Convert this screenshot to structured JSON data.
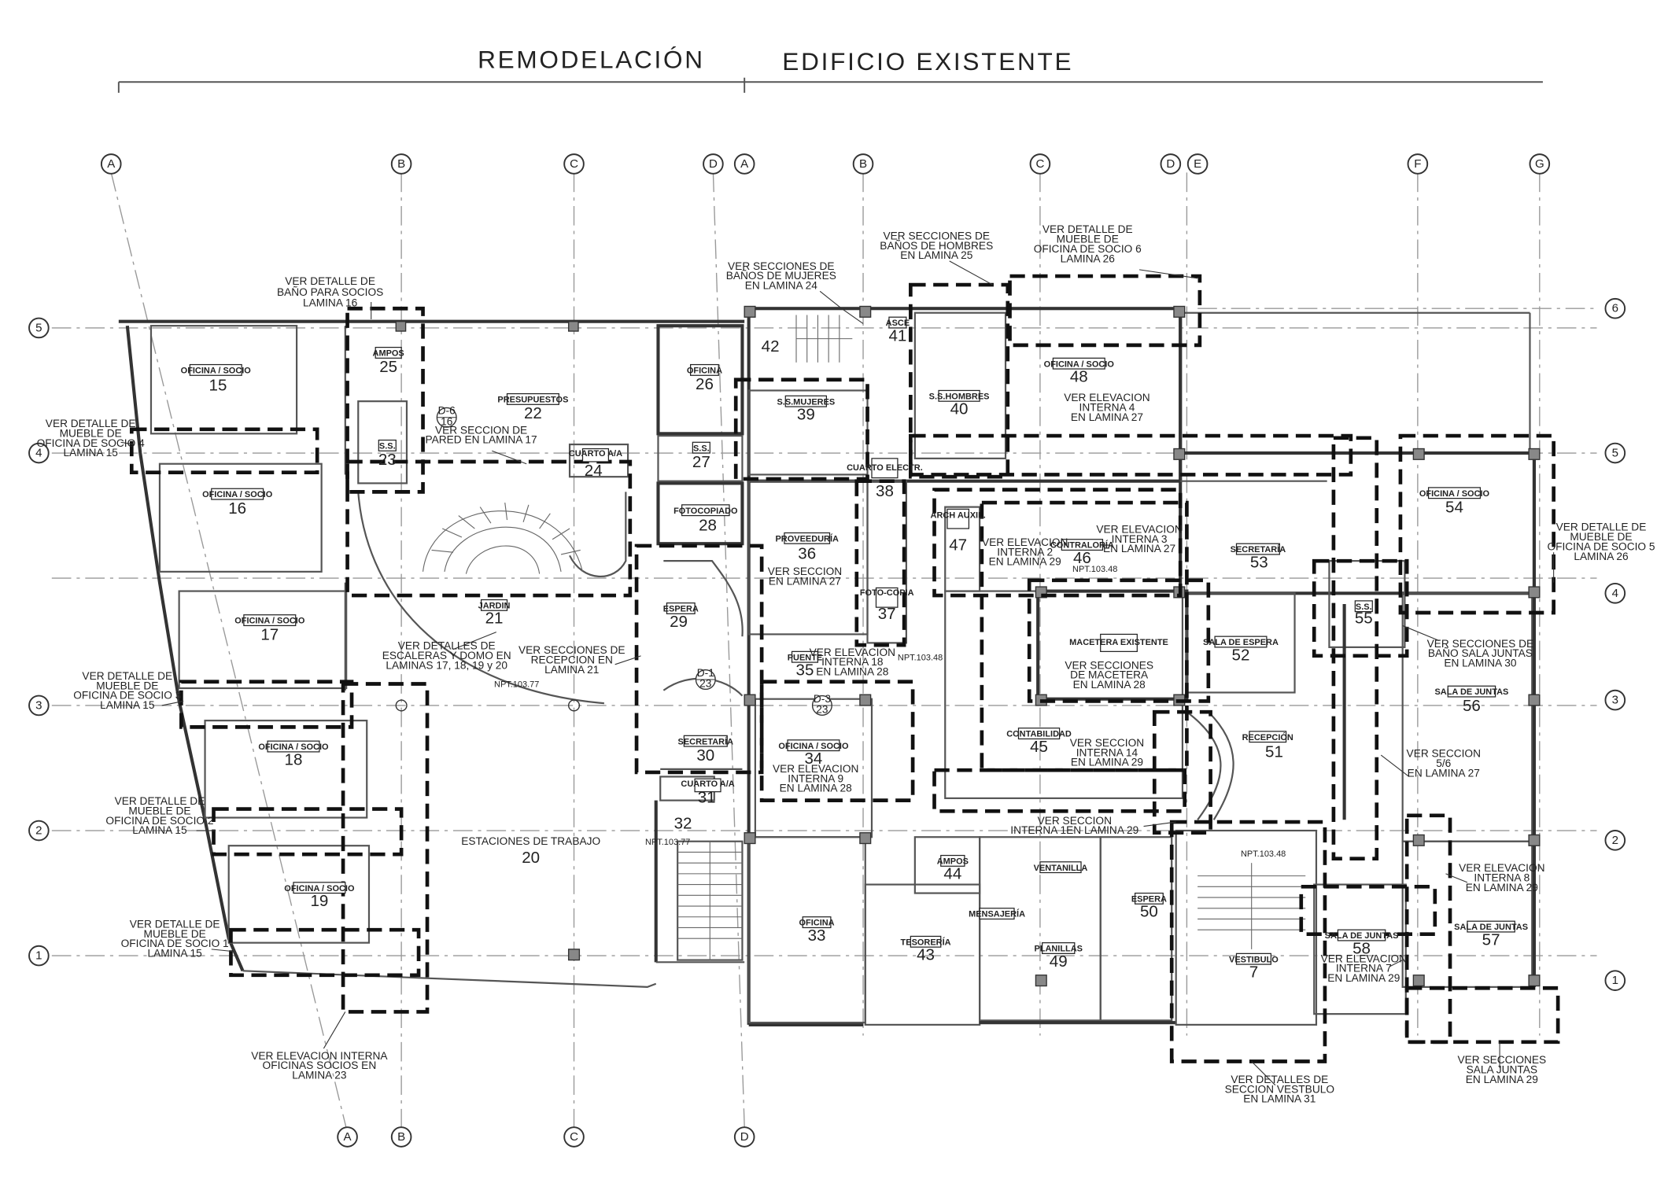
{
  "headers": {
    "left": "REMODELACIÓN",
    "right": "EDIFICIO EXISTENTE"
  },
  "grid": {
    "left_top": [
      "A",
      "B",
      "C",
      "D"
    ],
    "right_top": [
      "A",
      "B",
      "C",
      "D",
      "E",
      "F",
      "G"
    ],
    "bottom": [
      "A",
      "B",
      "C",
      "D"
    ],
    "left_rows": [
      "5",
      "4",
      "3",
      "2",
      "1"
    ],
    "right_rows": [
      "6",
      "5",
      "4",
      "3",
      "2",
      "1"
    ]
  },
  "rooms": [
    {
      "id": "15",
      "name": "OFICINA / SOCIO"
    },
    {
      "id": "16",
      "name": "OFICINA / SOCIO"
    },
    {
      "id": "17",
      "name": "OFICINA / SOCIO"
    },
    {
      "id": "18",
      "name": "OFICINA / SOCIO"
    },
    {
      "id": "19",
      "name": "OFICINA / SOCIO"
    },
    {
      "id": "20",
      "name": ""
    },
    {
      "id": "21",
      "name": "JARDIN"
    },
    {
      "id": "22",
      "name": "PRESUPUESTOS"
    },
    {
      "id": "23",
      "name": "S.S."
    },
    {
      "id": "24",
      "name": "CUARTO A/A"
    },
    {
      "id": "25",
      "name": "AMPOS"
    },
    {
      "id": "26",
      "name": "OFICINA"
    },
    {
      "id": "27",
      "name": "S.S."
    },
    {
      "id": "28",
      "name": "FOTOCOPIADO"
    },
    {
      "id": "29",
      "name": "ESPERA"
    },
    {
      "id": "30",
      "name": "SECRETARÍA"
    },
    {
      "id": "31",
      "name": "CUARTO A/A"
    },
    {
      "id": "32",
      "name": ""
    },
    {
      "id": "33",
      "name": "OFICINA"
    },
    {
      "id": "34",
      "name": "OFICINA / SOCIO"
    },
    {
      "id": "35",
      "name": "PUENTE"
    },
    {
      "id": "36",
      "name": "PROVEEDURÍA"
    },
    {
      "id": "37",
      "name": "FOTO-COPIA"
    },
    {
      "id": "38",
      "name": "CUARTO ELECTR."
    },
    {
      "id": "39",
      "name": "S.S.MUJERES"
    },
    {
      "id": "40",
      "name": "S.S.HOMBRES"
    },
    {
      "id": "41",
      "name": "ASCE"
    },
    {
      "id": "42",
      "name": ""
    },
    {
      "id": "43",
      "name": "TESORERÍA"
    },
    {
      "id": "44",
      "name": "AMPOS"
    },
    {
      "id": "45",
      "name": "CONTABILIDAD"
    },
    {
      "id": "46",
      "name": "CONTRALORÍA"
    },
    {
      "id": "47",
      "name": "ARCH AUXIL."
    },
    {
      "id": "48",
      "name": "OFICINA / SOCIO"
    },
    {
      "id": "49",
      "name": "PLANILLAS"
    },
    {
      "id": "50",
      "name": "ESPERA"
    },
    {
      "id": "51",
      "name": "RECEPCIÓN"
    },
    {
      "id": "52",
      "name": "SALA DE ESPERA"
    },
    {
      "id": "53",
      "name": "SECRETARÍA"
    },
    {
      "id": "54",
      "name": "OFICINA / SOCIO"
    },
    {
      "id": "55",
      "name": "S.S."
    },
    {
      "id": "56",
      "name": "SALA DE JUNTAS"
    },
    {
      "id": "57",
      "name": "SALA DE JUNTAS"
    },
    {
      "id": "58",
      "name": "SALA DE JUNTAS"
    },
    {
      "id": "7",
      "name": "VESTIBULO"
    }
  ],
  "labels": {
    "ventanilla": "VENTANILLA",
    "mensajeria": "MENSAJERÍA",
    "macetera": "MACETERA EXISTENTE",
    "estaciones": "ESTACIONES DE TRABAJO"
  },
  "tags": {
    "d6": "D-6",
    "d6_sheet": "16",
    "d1": "D-1",
    "d1_sheet": "23",
    "d3": "D-3",
    "d3_sheet": "23"
  },
  "levels": {
    "npt_left_a": "NPT.103.77",
    "npt_left_b": "NPT.103.77",
    "npt_mid_a": "NPT.103.48",
    "npt_mid_b": "NPT.103.48",
    "npt_vest": "NPT.103.48"
  },
  "notes": {
    "bano_socios": [
      "VER DETALLE DE",
      "BAÑO PARA SOCIOS",
      "LAMINA 16"
    ],
    "mueble_socio4": [
      "VER DETALLE DE",
      "MUEBLE DE",
      "OFICINA DE SOCIO 4",
      "LAMINA 15"
    ],
    "mueble_socio3": [
      "VER DETALLE DE",
      "MUEBLE DE",
      "OFICINA DE SOCIO 3",
      "LAMINA 15"
    ],
    "mueble_socio2": [
      "VER DETALLE DE",
      "MUEBLE DE",
      "OFICINA DE SOCIO 2",
      "LAMINA 15"
    ],
    "mueble_socio1": [
      "VER DETALLE DE",
      "MUEBLE DE",
      "OFICINA DE SOCIO 1",
      "LAMINA 15"
    ],
    "elev_socios": [
      "VER ELEVACION INTERNA",
      "OFICINAS SOCIOS EN",
      "LAMINA 23"
    ],
    "seccion_pared": [
      "VER SECCION DE",
      "PARED EN LAMINA 17"
    ],
    "escaleras": [
      "VER DETALLES DE",
      "ESCALERAS Y DOMO EN",
      "LAMINAS 17, 18, 19 y 20"
    ],
    "recepcion": [
      "VER SECCIONES DE",
      "RECEPCION EN",
      "LAMINA 21"
    ],
    "banos_mujeres": [
      "VER SECCIONES DE",
      "BAÑOS DE MUJERES",
      "EN LAMINA 24"
    ],
    "banos_hombres": [
      "VER SECCIONES DE",
      "BAÑOS DE HOMBRES",
      "EN LAMINA 25"
    ],
    "mueble_socio6": [
      "VER DETALLE DE",
      "MUEBLE DE",
      "OFICINA DE SOCIO 6",
      "LAMINA 26"
    ],
    "elev_int4": [
      "VER ELEVACION",
      "INTERNA 4",
      "EN LAMINA 27"
    ],
    "seccion27": [
      "VER SECCION",
      "EN LAMINA 27"
    ],
    "elev_int18": [
      "VER ELEVACION",
      "INTERNA 18",
      "EN LAMINA 28"
    ],
    "elev_int9": [
      "VER ELEVACION",
      "INTERNA 9",
      "EN LAMINA 28"
    ],
    "elev_int2": [
      "VER ELEVACION",
      "INTERNA 2",
      "EN LAMINA 29"
    ],
    "elev_int3": [
      "VER ELEVACION",
      "INTERNA 3",
      "EN LAMINA 27"
    ],
    "macetera_sec": [
      "VER SECCIONES",
      "DE MACETERA",
      "EN LAMINA 28"
    ],
    "int14": [
      "VER SECCION",
      "INTERNA 14",
      "EN LAMINA 29"
    ],
    "int1": [
      "VER SECCION",
      "INTERNA 1EN LAMINA 29"
    ],
    "mueble_socio5": [
      "VER DETALLE DE",
      "MUEBLE DE",
      "OFICINA DE SOCIO 5",
      "LAMINA 26"
    ],
    "bano_juntas": [
      "VER SECCIONES DE",
      "BAÑO SALA JUNTAS",
      "EN LAMINA 30"
    ],
    "sec56": [
      "VER SECCION",
      "5/6",
      "EN LAMINA 27"
    ],
    "elev_int8": [
      "VER ELEVACION",
      "INTERNA 8",
      "EN LAMINA 29"
    ],
    "elev_int7": [
      "VER ELEVACION",
      "INTERNA 7",
      "EN LAMINA 29"
    ],
    "sec_juntas": [
      "VER SECCIONES",
      "SALA JUNTAS",
      "EN LAMINA 29"
    ],
    "vestibulo": [
      "VER DETALLES DE",
      "SECCION VESTBULO",
      "EN LAMINA 31"
    ]
  }
}
